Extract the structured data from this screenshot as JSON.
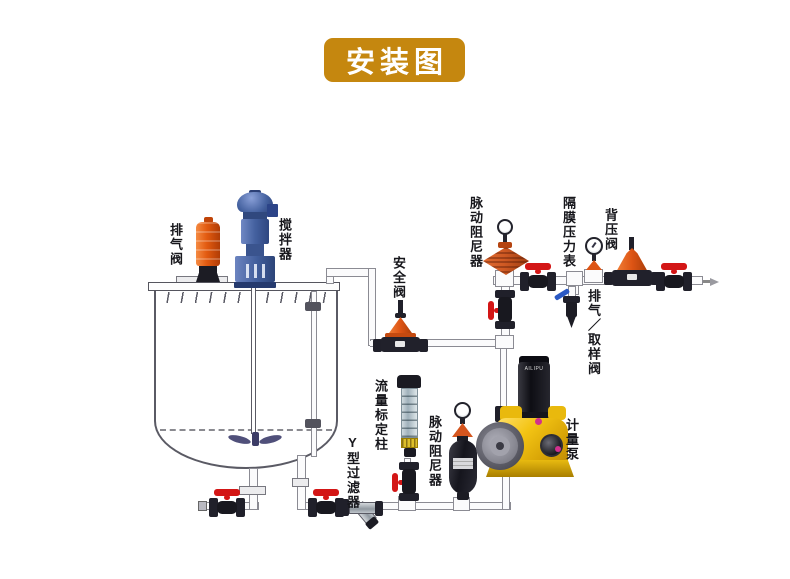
{
  "title": "安装图",
  "diagram": {
    "labels": {
      "exhaust_valve": "排气阀",
      "agitator": "搅拌器",
      "safety_valve": "安全阀",
      "pulsation_damper_top": "脉动阻尼器",
      "diaphragm_pressure_gauge": "隔膜压力表",
      "back_pressure_valve": "背压阀",
      "vent_sampling_valve": "排气／取样阀",
      "flow_calibration_column": "流量标定柱",
      "y_strainer": "Y型过滤器",
      "pulsation_damper_bottom": "脉动阻尼器",
      "metering_pump": "计量泵",
      "pump_motor_brand": "AILIPU"
    },
    "colors": {
      "title_background": "#c5870f",
      "title_text": "#ffffff",
      "orange_component": "#e25a10",
      "red_handle": "#d31616",
      "blue_handle": "#2b59c4",
      "agitator_blue": "#44619f",
      "pump_yellow": "#f0c413",
      "pipe_outline": "#8b8b93",
      "dark_fitting": "#20202a",
      "background": "#ffffff"
    }
  }
}
